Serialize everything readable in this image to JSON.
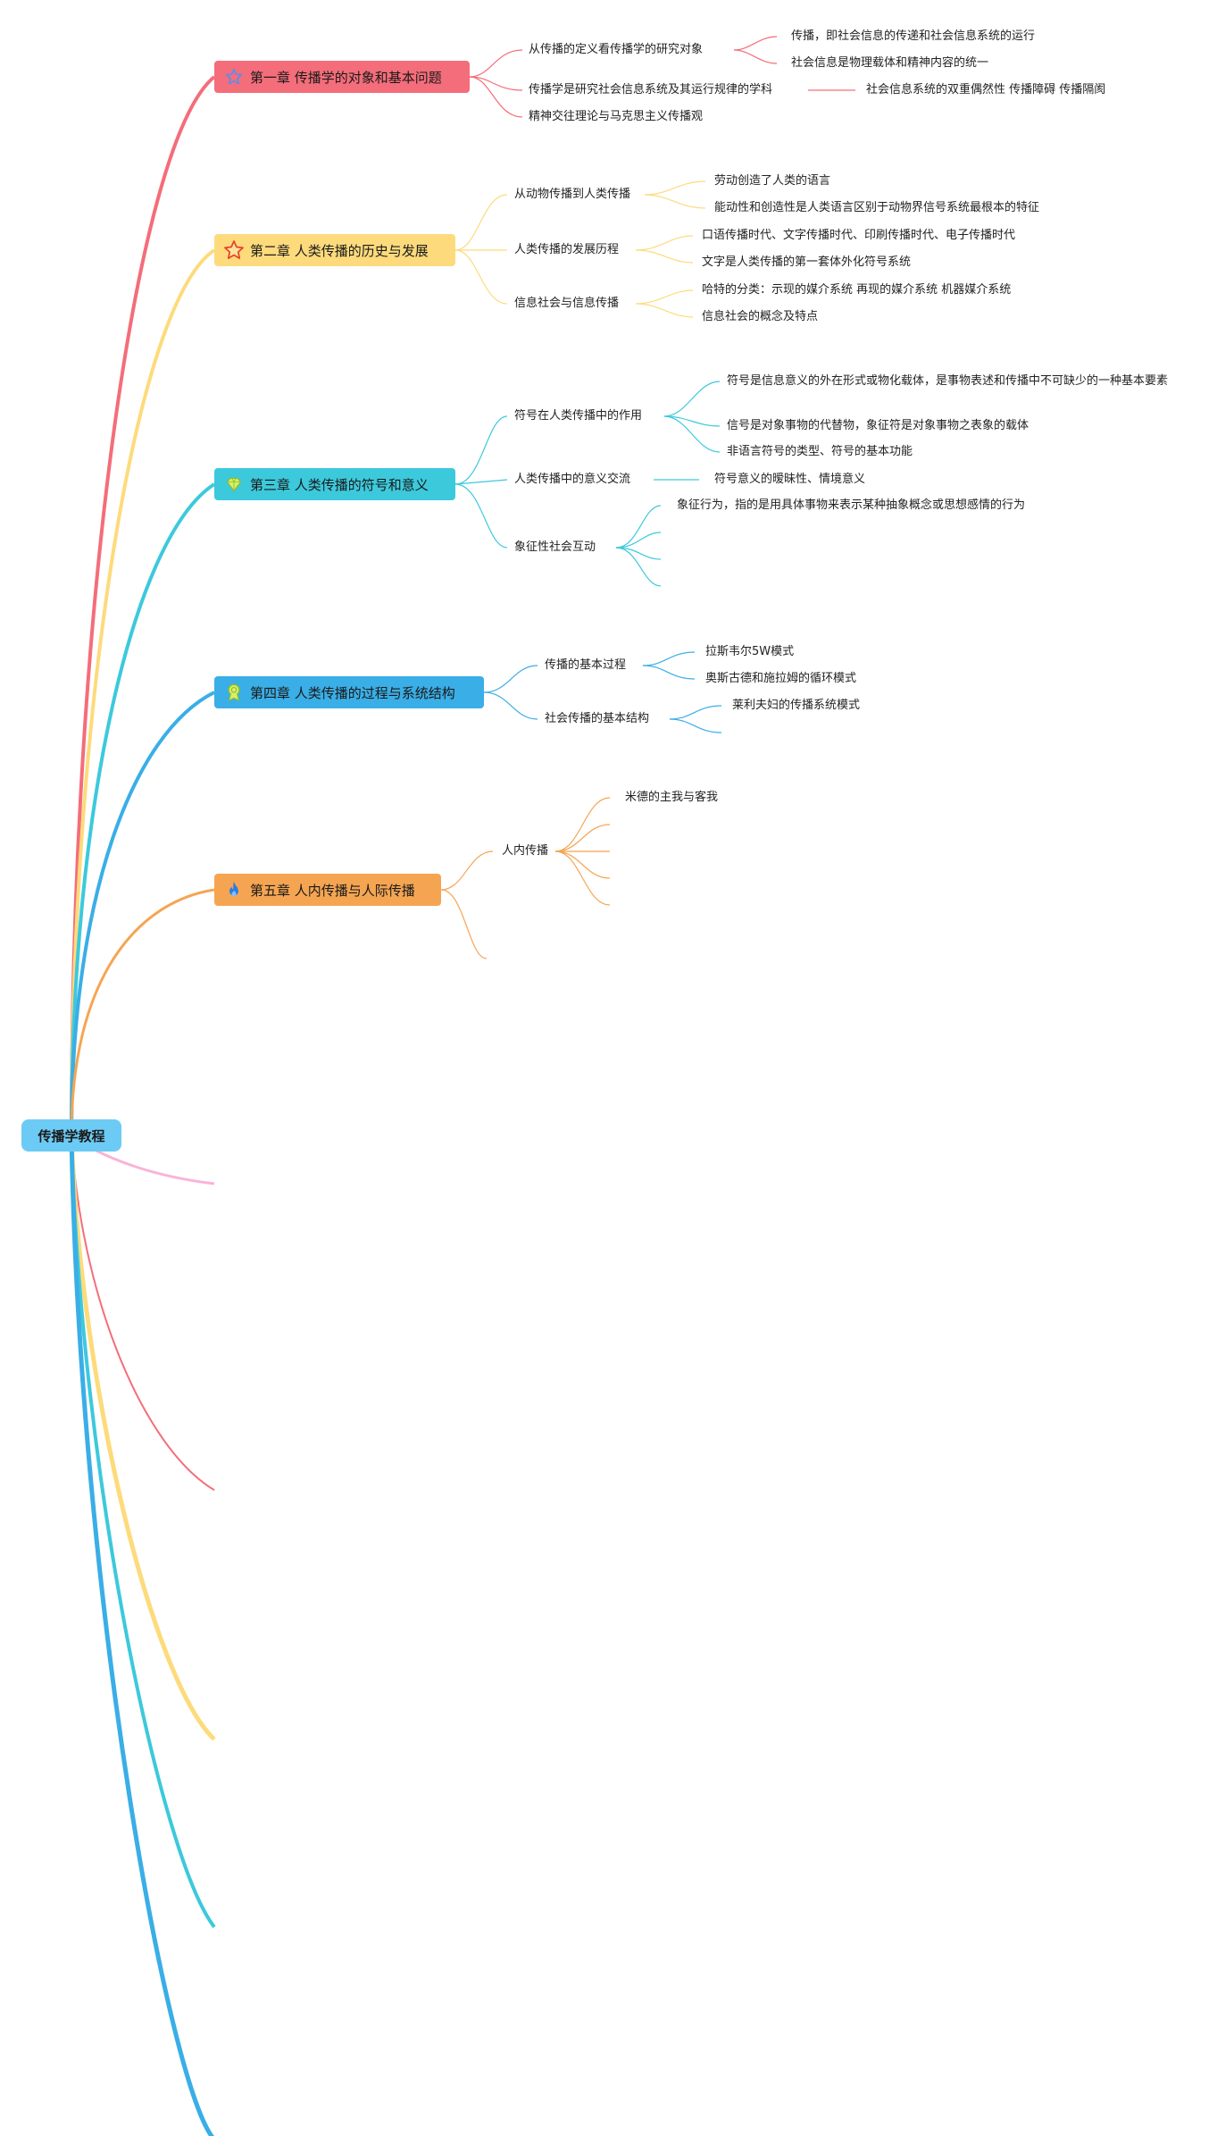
{
  "root": {
    "label": "传播学教程"
  },
  "chapters": [
    {
      "label": "第一章 传播学的对象和基本问题",
      "icon": "star-outline-icon",
      "color": "#f46d7a",
      "topics": [
        {
          "label": "从传播的定义看传播学的研究对象",
          "items": [
            "传播，即社会信息的传递和社会信息系统的运行",
            "社会信息是物理载体和精神内容的统一"
          ]
        },
        {
          "label": "传播学是研究社会信息系统及其运行规律的学科",
          "items": [
            "社会信息系统的双重偶然性 传播障碍 传播隔阂"
          ]
        },
        {
          "label": "精神交往理论与马克思主义传播观",
          "items": []
        }
      ]
    },
    {
      "label": "第二章 人类传播的历史与发展",
      "icon": "star-icon",
      "color": "#fddb7c",
      "topics": [
        {
          "label": "从动物传播到人类传播",
          "items": [
            "劳动创造了人类的语言",
            "能动性和创造性是人类语言区别于动物界信号系统最根本的特征"
          ]
        },
        {
          "label": "人类传播的发展历程",
          "items": [
            "口语传播时代、文字传播时代、印刷传播时代、电子传播时代",
            "文字是人类传播的第一套体外化符号系统"
          ]
        },
        {
          "label": "信息社会与信息传播",
          "items": [
            "哈特的分类：示现的媒介系统 再现的媒介系统 机器媒介系统",
            "信息社会的概念及特点"
          ]
        }
      ]
    },
    {
      "label": "第三章 人类传播的符号和意义",
      "icon": "diamond-icon",
      "color": "#3cc9dc",
      "topics": [
        {
          "label": "符号在人类传播中的作用",
          "items": [
            "符号是信息意义的外在形式或物化载体，是事物表述和传播中不可缺少的一种基本要素",
            "信号是对象事物的代替物，象征符是对象事物之表象的载体",
            "非语言符号的类型、符号的基本功能"
          ]
        },
        {
          "label": "人类传播中的意义交流",
          "items": [
            "符号意义的暧昧性、情境意义"
          ]
        },
        {
          "label": "象征性社会互动",
          "items": [
            "象征行为，指的是用具体事物来表示某种抽象概念或思想感情的行为"
          ]
        }
      ]
    },
    {
      "label": "第四章 人类传播的过程与系统结构",
      "icon": "award-icon",
      "color": "#3aaee6",
      "topics": [
        {
          "label": "传播的基本过程",
          "items": [
            "拉斯韦尔5W模式",
            "奥斯古德和施拉姆的循环模式"
          ]
        },
        {
          "label": "社会传播的基本结构",
          "items": [
            "莱利夫妇的传播系统模式"
          ]
        }
      ]
    },
    {
      "label": "第五章 人内传播与人际传播",
      "icon": "flame-icon",
      "color": "#f5a552",
      "topics": [
        {
          "label": "人内传播",
          "items": [
            "米德的主我与客我"
          ]
        }
      ]
    }
  ],
  "colors": {
    "root": "#6ccbf4",
    "pink": "#f9b3d8",
    "red": "#f46d7a",
    "yellow": "#fddb7c",
    "cyan": "#3cc9dc",
    "blue": "#3aaee6"
  }
}
